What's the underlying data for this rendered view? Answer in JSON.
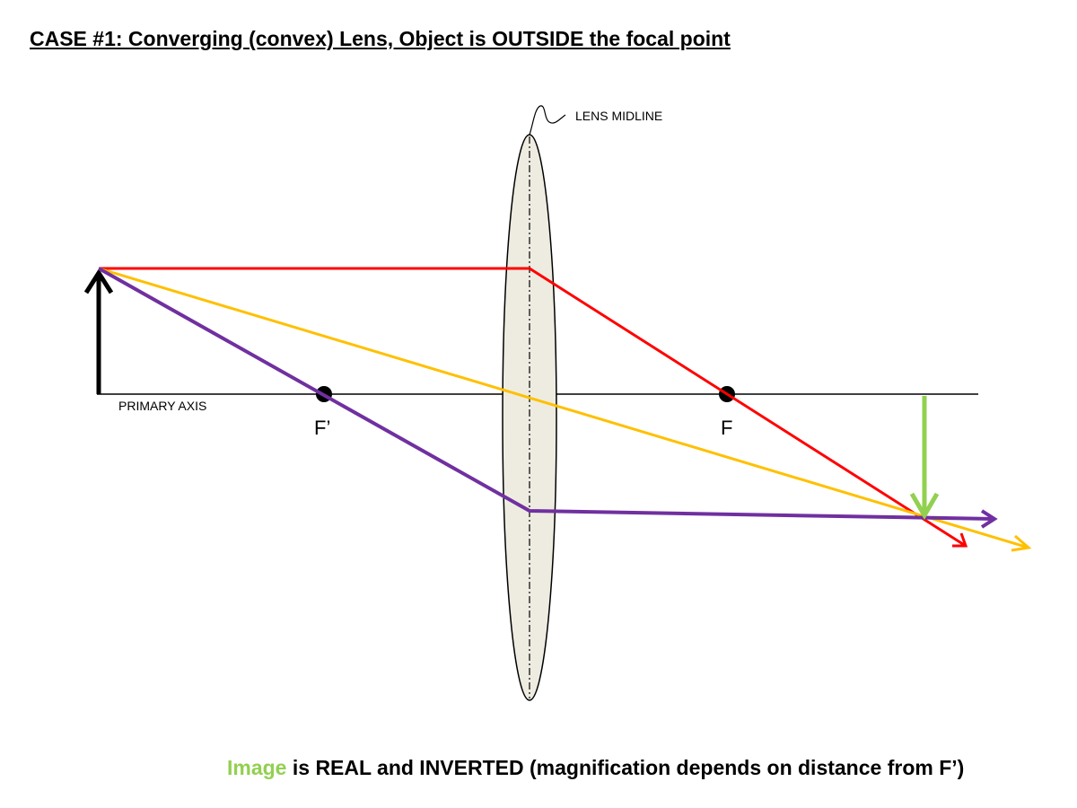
{
  "title": "CASE #1: Converging (convex) Lens, Object is OUTSIDE the focal point",
  "labels": {
    "lens_midline": "LENS MIDLINE",
    "primary_axis": "PRIMARY AXIS",
    "focal_left": "F’",
    "focal_right": "F"
  },
  "caption": {
    "highlight": "Image",
    "rest": " is REAL and INVERTED (magnification depends on distance from F’)"
  },
  "colors": {
    "ray_parallel": "#ff0000",
    "ray_center": "#ffc000",
    "ray_focal": "#7030a0",
    "image_arrow": "#92d050",
    "object_arrow": "#000000",
    "lens_fill": "#eeece1"
  }
}
